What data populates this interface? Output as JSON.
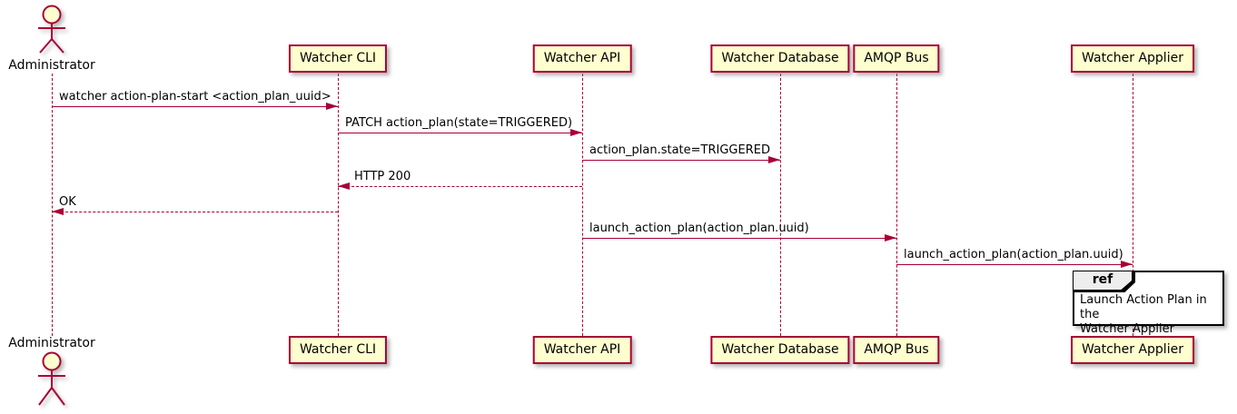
{
  "diagram": {
    "type": "sequence",
    "colors": {
      "accent": "#A80036",
      "participant_fill": "#FEFECE",
      "ref_header_fill": "#EEEEEE",
      "text": "#000000",
      "background": "#FFFFFF"
    }
  },
  "actor": {
    "label": "Administrator"
  },
  "participants": [
    {
      "name": "Watcher CLI"
    },
    {
      "name": "Watcher API"
    },
    {
      "name": "Watcher Database"
    },
    {
      "name": "AMQP Bus"
    },
    {
      "name": "Watcher Applier"
    }
  ],
  "messages": [
    {
      "label": "watcher action-plan-start <action_plan_uuid>",
      "from": "Administrator",
      "to": "Watcher CLI",
      "style": "solid"
    },
    {
      "label": "PATCH action_plan(state=TRIGGERED)",
      "from": "Watcher CLI",
      "to": "Watcher API",
      "style": "solid"
    },
    {
      "label": "action_plan.state=TRIGGERED",
      "from": "Watcher API",
      "to": "Watcher Database",
      "style": "solid"
    },
    {
      "label": "HTTP 200",
      "from": "Watcher API",
      "to": "Watcher CLI",
      "style": "dashed"
    },
    {
      "label": "OK",
      "from": "Watcher CLI",
      "to": "Administrator",
      "style": "dashed"
    },
    {
      "label": "launch_action_plan(action_plan.uuid)",
      "from": "Watcher API",
      "to": "AMQP Bus",
      "style": "solid"
    },
    {
      "label": "launch_action_plan(action_plan.uuid)",
      "from": "AMQP Bus",
      "to": "Watcher Applier",
      "style": "solid"
    }
  ],
  "ref_fragment": {
    "keyword": "ref",
    "line1": "Launch Action Plan in the",
    "line2": "Watcher Applier"
  }
}
